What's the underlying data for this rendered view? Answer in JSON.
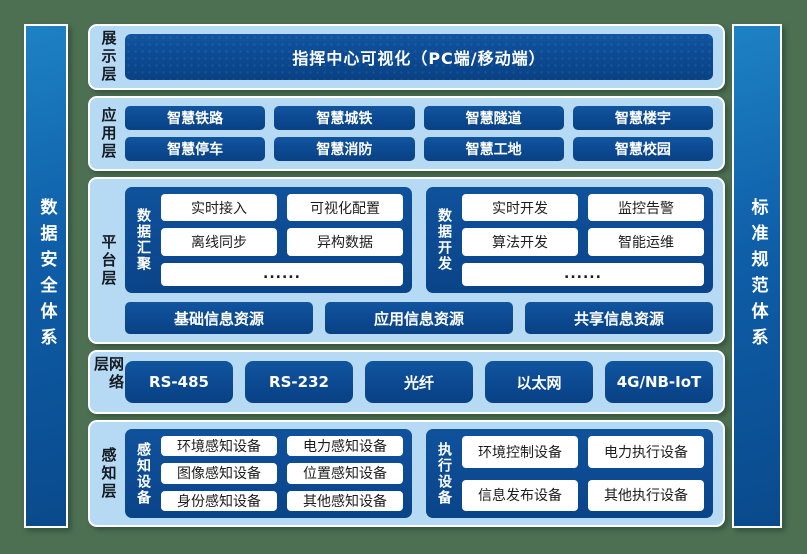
{
  "canvas": {
    "background_color": "#4d7053",
    "panel_color": "#b6d9f4",
    "box_color": "#0b4890",
    "accent_white": "#ffffff"
  },
  "sidebar_left": {
    "label": "数据安全体系"
  },
  "sidebar_right": {
    "label": "标准规范体系"
  },
  "layers": {
    "display": {
      "label": "展示层",
      "banner": "指挥中心可视化（PC端/移动端）"
    },
    "application": {
      "label": "应用层",
      "items": [
        "智慧铁路",
        "智慧城铁",
        "智慧隧道",
        "智慧楼宇",
        "智慧停车",
        "智慧消防",
        "智慧工地",
        "智慧校园"
      ]
    },
    "platform": {
      "label": "平台层",
      "group_left": {
        "label": "数据汇聚",
        "items": [
          "实时接入",
          "可视化配置",
          "离线同步",
          "异构数据"
        ],
        "more": "......"
      },
      "group_right": {
        "label": "数据开发",
        "items": [
          "实时开发",
          "监控告警",
          "算法开发",
          "智能运维"
        ],
        "more": "......"
      },
      "resources": [
        "基础信息资源",
        "应用信息资源",
        "共享信息资源"
      ]
    },
    "network": {
      "label": "网络层",
      "items": [
        "RS-485",
        "RS-232",
        "光纤",
        "以太网",
        "4G/NB-IoT"
      ]
    },
    "perception": {
      "label": "感知层",
      "group_left": {
        "label": "感知设备",
        "items": [
          "环境感知设备",
          "电力感知设备",
          "图像感知设备",
          "位置感知设备",
          "身份感知设备",
          "其他感知设备"
        ]
      },
      "group_right": {
        "label": "执行设备",
        "items": [
          "环境控制设备",
          "电力执行设备",
          "信息发布设备",
          "其他执行设备"
        ]
      }
    }
  }
}
